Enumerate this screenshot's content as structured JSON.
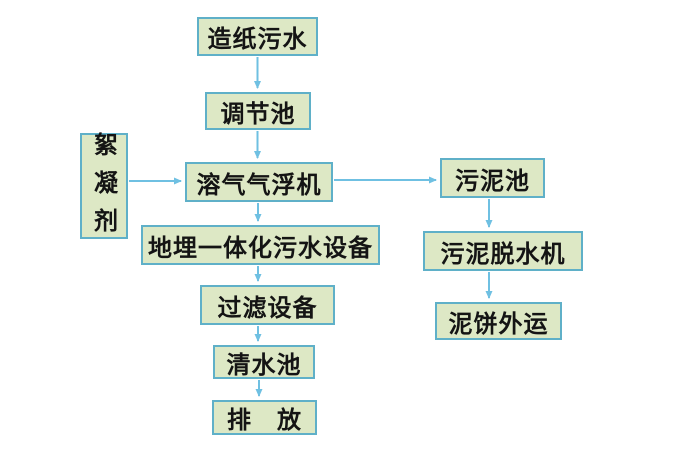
{
  "colors": {
    "node_fill": "#dde8c5",
    "node_border": "#5fb0c8",
    "arrow": "#6fc0e2",
    "text": "#141414",
    "background": "#ffffff"
  },
  "nodes": [
    {
      "id": "paper-wastewater",
      "label": "造纸污水"
    },
    {
      "id": "regulating-tank",
      "label": "调节池"
    },
    {
      "id": "flocculant",
      "label": "絮凝剂"
    },
    {
      "id": "daf-machine",
      "label": "溶气气浮机"
    },
    {
      "id": "buried-equipment",
      "label": "地埋一体化污水设备"
    },
    {
      "id": "filter-equipment",
      "label": "过滤设备"
    },
    {
      "id": "clean-water-tank",
      "label": "清水池"
    },
    {
      "id": "discharge",
      "label": "排　放"
    },
    {
      "id": "sludge-tank",
      "label": "污泥池"
    },
    {
      "id": "sludge-dewatering",
      "label": "污泥脱水机"
    },
    {
      "id": "mud-cake",
      "label": "泥饼外运"
    }
  ],
  "edges": [
    {
      "from": "造纸污水",
      "to": "调节池"
    },
    {
      "from": "调节池",
      "to": "溶气气浮机"
    },
    {
      "from": "絮凝剂",
      "to": "溶气气浮机"
    },
    {
      "from": "溶气气浮机",
      "to": "污泥池"
    },
    {
      "from": "溶气气浮机",
      "to": "地埋一体化污水设备"
    },
    {
      "from": "地埋一体化污水设备",
      "to": "过滤设备"
    },
    {
      "from": "过滤设备",
      "to": "清水池"
    },
    {
      "from": "清水池",
      "to": "排　放"
    },
    {
      "from": "污泥池",
      "to": "污泥脱水机"
    },
    {
      "from": "污泥脱水机",
      "to": "泥饼外运"
    }
  ]
}
